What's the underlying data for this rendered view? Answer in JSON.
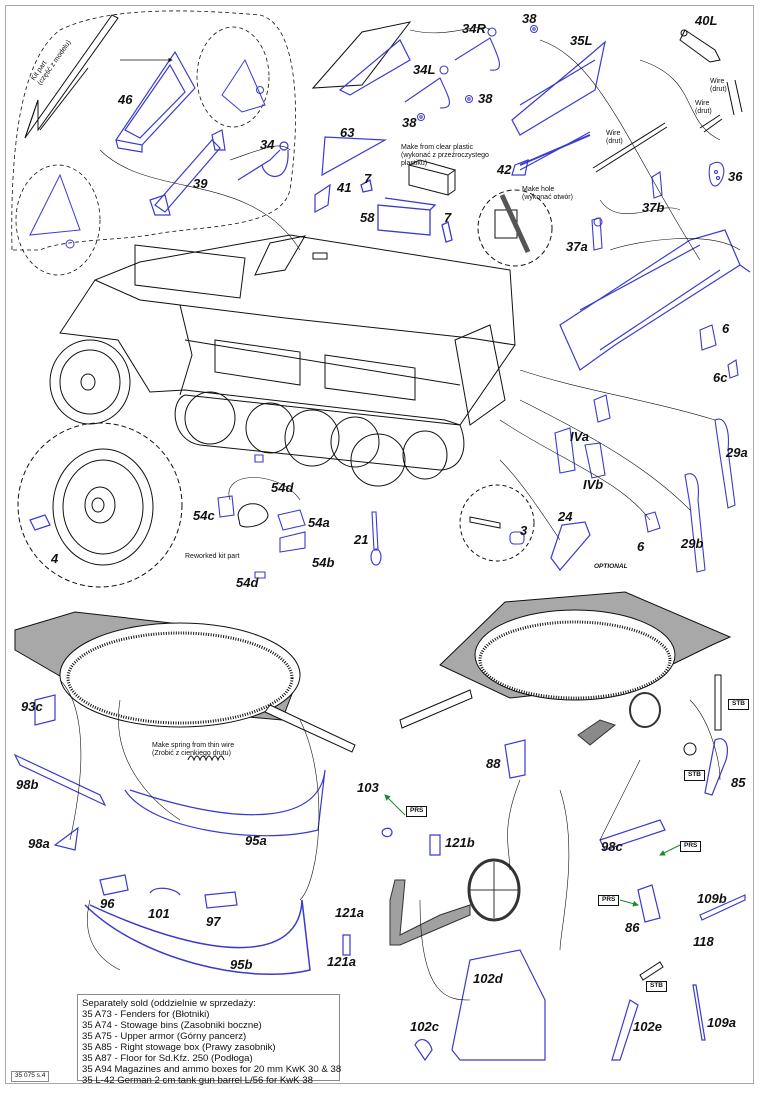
{
  "document": {
    "sheet_code": "35 075 s.4",
    "accent_colors": {
      "photo_etched_part": "#3a3ad0",
      "kit_part_line": "#222222",
      "prs_arrow": "#1f8a2a",
      "turret_fill": "#a8a8a8"
    }
  },
  "part_labels": {
    "p46": "46",
    "p39": "39",
    "p34": "34",
    "p34R": "34R",
    "p34L": "34L",
    "p38a": "38",
    "p38b": "38",
    "p38c": "38",
    "p35L": "35L",
    "p40L": "40L",
    "p63": "63",
    "p41": "41",
    "p7a": "7",
    "p7b": "7",
    "p58": "58",
    "p42": "42",
    "p36": "36",
    "p37b": "37b",
    "p37a": "37a",
    "p6a": "6",
    "p6c": "6c",
    "pIVa": "IVa",
    "pIVb": "IVb",
    "p29a": "29a",
    "p29b": "29b",
    "p6b": "6",
    "p24": "24",
    "p3": "3",
    "p21": "21",
    "p54d_top": "54d",
    "p54c": "54c",
    "p54a": "54a",
    "p54b": "54b",
    "p54d_bottom": "54d",
    "p4": "4",
    "p93c": "93c",
    "p98b": "98b",
    "p98a": "98a",
    "p95a": "95a",
    "p96": "96",
    "p101": "101",
    "p97": "97",
    "p95b": "95b",
    "p103": "103",
    "p121b": "121b",
    "p121a_top": "121a",
    "p121a_bottom": "121a",
    "p88": "88",
    "p85": "85",
    "p98c": "98c",
    "p86": "86",
    "p118": "118",
    "p109b": "109b",
    "p109a": "109a",
    "p102d": "102d",
    "p102c": "102c",
    "p102e": "102e"
  },
  "notes": {
    "kit_part": [
      "Kit part",
      "(część z modelu)"
    ],
    "clear_plastic": [
      "Make from clear plastic",
      "(wykonać z przeźroczystego",
      "plastiku)"
    ],
    "make_hole": [
      "Make hole",
      "(wykonać otwór)"
    ],
    "wire1": [
      "Wire",
      "(drut)"
    ],
    "wire2": [
      "Wire",
      "(drut)"
    ],
    "wire3": [
      "Wire",
      "(drut)"
    ],
    "reworked": "Reworked kit part",
    "optional": "OPTIONAL",
    "spring": [
      "Make spring from thin wire",
      "(Zrobić z cienkiego drutu)"
    ]
  },
  "tags": {
    "prs_103": "PRS",
    "prs_98c": "PRS",
    "prs_86": "PRS",
    "stb_top": "STB",
    "stb_85": "STB",
    "stb_118": "STB"
  },
  "legend": {
    "title": "Separately sold (oddzielnie w sprzedaży:",
    "items": [
      "35 A73 - Fenders for  (Błotniki)",
      "35 A74 - Stowage bins (Zasobniki boczne)",
      "35 A75 - Upper armor (Górny pancerz)",
      "35 A85 - Right stowage box (Prawy zasobnik)",
      "35 A87 - Floor for Sd.Kfz. 250 (Podłoga)",
      "35 A94 Magazines and ammo boxes for 20 mm KwK 30 & 38",
      "35 L-42 German 2 cm tank gun barrel L/56 for KwK 38"
    ]
  }
}
